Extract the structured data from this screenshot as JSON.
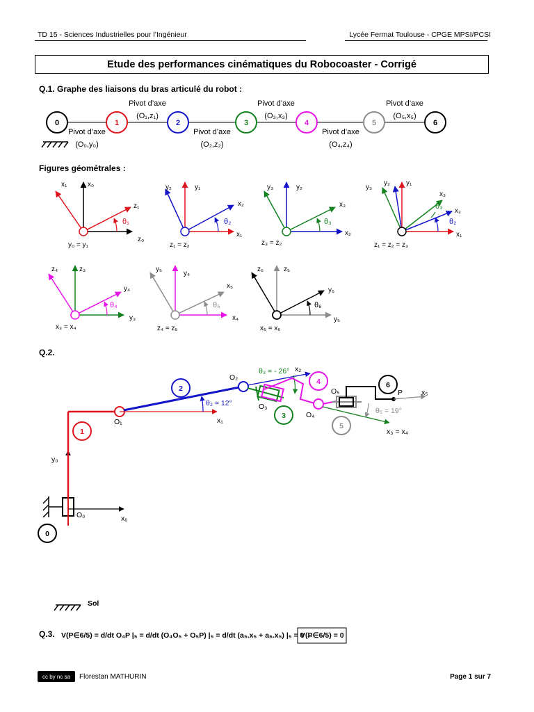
{
  "header": {
    "left": "TD 15 - Sciences Industrielles pour l’Ingénieur",
    "right": "Lycée Fermat Toulouse - CPGE MPSI/PCSI"
  },
  "title": "Etude des performances cinématiques du Robocoaster - Corrigé",
  "q1": {
    "label": "Q.1. Graphe des liaisons du bras articulé du robot :",
    "nodes": [
      "0",
      "1",
      "2",
      "3",
      "4",
      "5",
      "6"
    ],
    "link_name": "Pivot d’axe",
    "axes": [
      "(O₀,y₀)",
      "(O₁,z₁)",
      "(O₂,z₂)",
      "(O₃,x₃)",
      "(O₄,z₄)",
      "(O₅,x₅)"
    ],
    "figures_label": "Figures géométrales :"
  },
  "figures": {
    "f1": {
      "a": "x₁",
      "b": "x₀",
      "c": "z₁",
      "d": "θ₁",
      "e": "z₀",
      "base": "y₀ = y₁"
    },
    "f2": {
      "a": "y₂",
      "b": "y₁",
      "c": "x₂",
      "d": "θ₂",
      "e": "x₁",
      "base": "z₁ = z₂"
    },
    "f3": {
      "a": "y₃",
      "b": "y₂",
      "c": "x₃",
      "d": "θ₃",
      "e": "x₂",
      "base": "z₃ = z₂"
    },
    "f4": {
      "a": "y₃",
      "b": "y₂",
      "c": "y₁",
      "d": "x₃",
      "e": "θ₃",
      "f": "x₂",
      "g": "θ₂",
      "h": "x₁",
      "base": "z₁ = z₂ = z₃"
    },
    "f5": {
      "a": "z₄",
      "b": "z₃",
      "c": "y₄",
      "d": "θ₄",
      "e": "y₃",
      "base": "x₃ = x₄"
    },
    "f6": {
      "a": "y₅",
      "b": "y₄",
      "c": "x₅",
      "d": "θ₅",
      "e": "x₄",
      "base": "z₄ = z₅"
    },
    "f7": {
      "a": "z₆",
      "b": "z₅",
      "c": "y₆",
      "d": "θ₆",
      "e": "y₅",
      "base": "x₅ = x₆"
    }
  },
  "q2": {
    "label": "Q.2.",
    "theta3": "θ₃ = - 26°",
    "theta2": "θ₂ = 12°",
    "theta5": "θ₅ = 19°",
    "O0": "O₀",
    "O1": "O₁",
    "O2": "O₂",
    "O3": "O₃",
    "O4": "O₄",
    "O5": "O₅",
    "P": "P",
    "x0": "x₀",
    "y0": "y₀",
    "x1": "x₁",
    "x2": "x₂",
    "x5": "x₅",
    "x34": "x₃ = x₄",
    "sol": "Sol"
  },
  "q3": {
    "label": "Q.3.",
    "equation": "V(P∈6/5) = d/dt O₄P |₅ = d/dt (O₄O₅ + O₅P) |₅ = d/dt (a₅.x₅ + a₆.x₅) |₅ = 0  →",
    "result": "V(P∈6/5) = 0"
  },
  "footer": {
    "author": "Florestan MATHURIN",
    "page": "Page 1 sur 7",
    "license": "cc by nc sa"
  },
  "colors": {
    "red": "#e0141e",
    "blue": "#1414c8",
    "green": "#14821e",
    "magenta": "#e614e6",
    "gray": "#8c8c8c",
    "black": "#000000"
  }
}
